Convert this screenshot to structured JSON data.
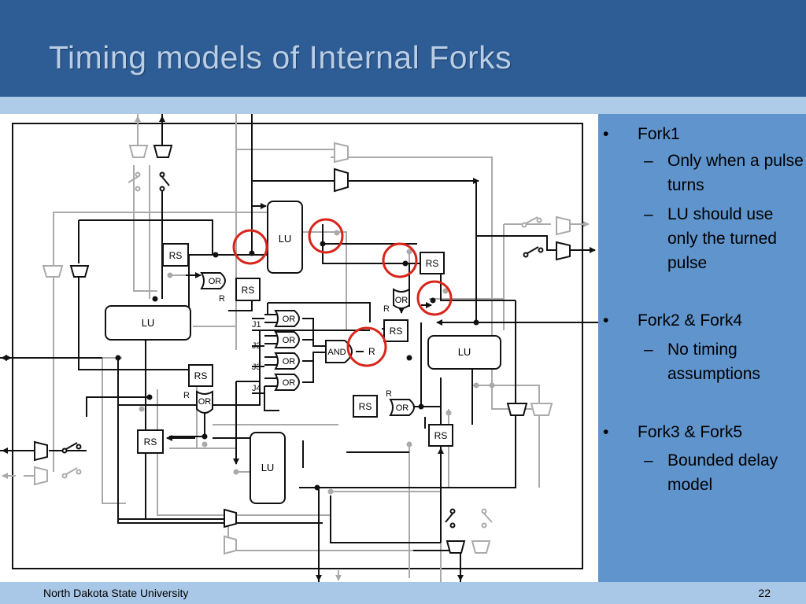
{
  "slide": {
    "title": "Timing models of Internal Forks",
    "footer_left": "North Dakota State University",
    "page_number": "22"
  },
  "bullets": [
    {
      "label": "Fork1",
      "sub": [
        "Only when a pulse turns",
        "LU should use only the turned pulse"
      ]
    },
    {
      "label": "Fork2 & Fork4",
      "sub": [
        "No timing assumptions"
      ]
    },
    {
      "label": "Fork3 & Fork5",
      "sub": [
        "Bounded delay model"
      ]
    }
  ],
  "diagram": {
    "lu_label": "LU",
    "rs_label": "RS",
    "or_label": "OR",
    "and_label": "AND",
    "r_label": "R",
    "j_labels": [
      "J1",
      "J2",
      "J3",
      "J4"
    ]
  },
  "colors": {
    "title_bar": "#2e5d96",
    "title_text": "#b9cde4",
    "accent_strip": "#aecbe8",
    "right_panel": "#5f94cc",
    "footer": "#a9c7e6",
    "fork_circle": "#d9261c"
  }
}
